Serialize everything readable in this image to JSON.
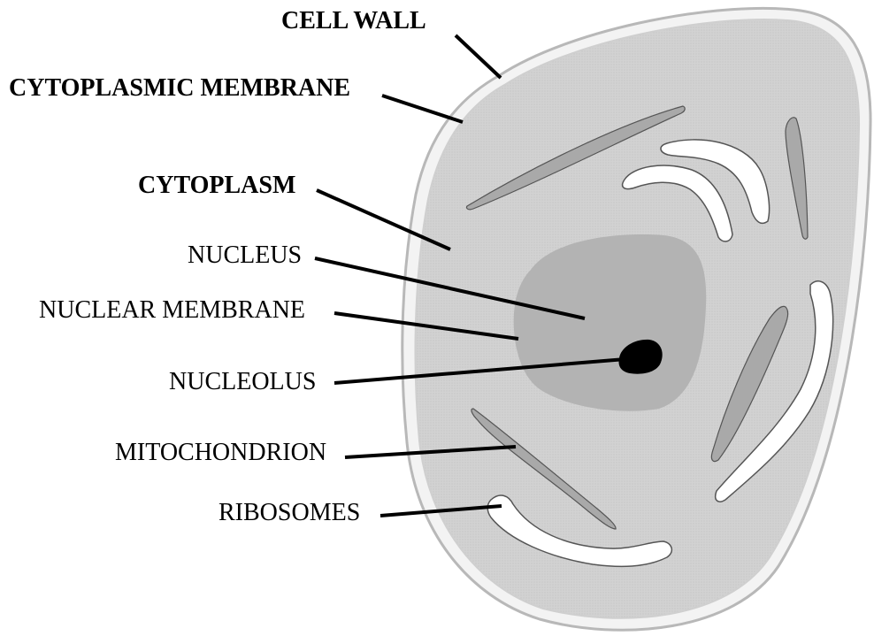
{
  "labels": {
    "cell_wall": "CELL WALL",
    "cytoplasmic_membrane": "CYTOPLASMIC MEMBRANE",
    "cytoplasm": "CYTOPLASM",
    "nucleus": "NUCLEUS",
    "nuclear_membrane": "NUCLEAR MEMBRANE",
    "nucleolus": "NUCLEOLUS",
    "mitochondrion": "MITOCHONDRION",
    "ribosomes": "RIBOSOMES"
  },
  "colors": {
    "cell_wall_fill": "#f4f4f4",
    "cell_wall_stroke": "#bdbdbd",
    "cytoplasm": "#d6d6d6",
    "nucleus": "#b2b2b2",
    "nucleolus": "#000000",
    "mitochondrion": "#a8a8a8",
    "er_fill": "#ffffff",
    "line": "#000000"
  }
}
